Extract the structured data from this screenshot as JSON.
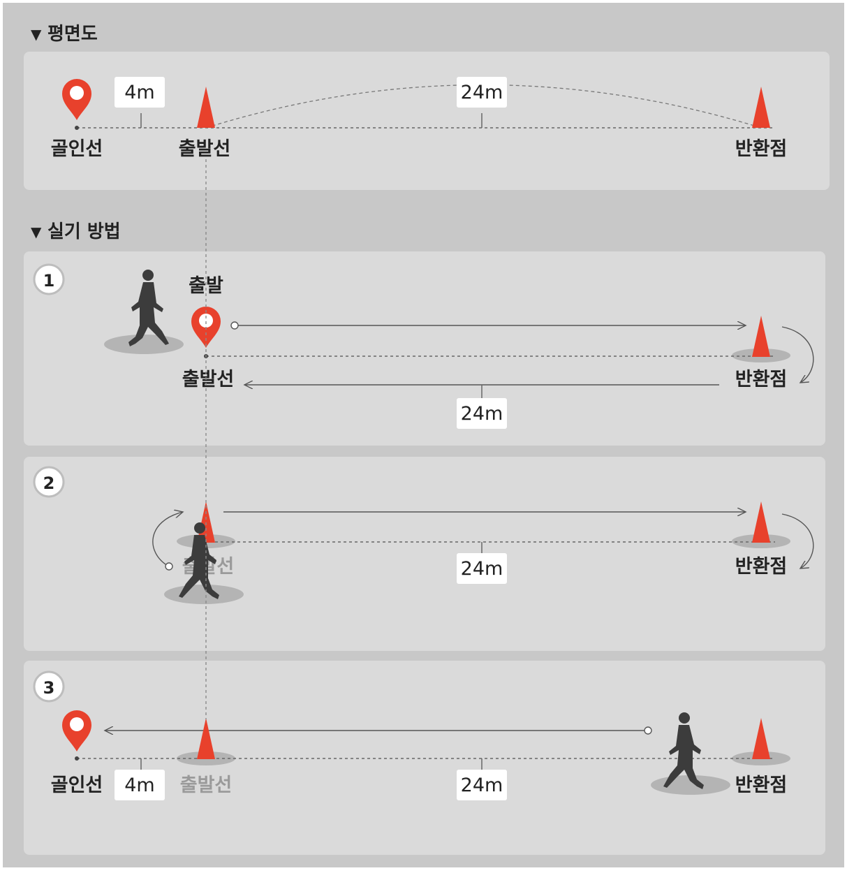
{
  "colors": {
    "outer_bg": "#c8c8c8",
    "panel_bg": "#dadada",
    "cone_red": "#e8412c",
    "pin_red": "#e8412c",
    "text_dark": "#222222",
    "text_faded": "#9a9a9a",
    "shadow": "#b4b4b4",
    "runner": "#3c3c3c"
  },
  "sections": {
    "plan_title": "평면도",
    "method_title": "실기 방법"
  },
  "plan": {
    "goal_label": "골인선",
    "start_label": "출발선",
    "turn_label": "반환점",
    "short_distance": "4m",
    "long_distance": "24m"
  },
  "steps": [
    {
      "number": "1",
      "start_text": "출발",
      "start_label": "출발선",
      "turn_label": "반환점",
      "distance": "24m"
    },
    {
      "number": "2",
      "start_label": "출발선",
      "turn_label": "반환점",
      "distance": "24m"
    },
    {
      "number": "3",
      "goal_label": "골인선",
      "start_label": "출발선",
      "turn_label": "반환점",
      "short_distance": "4m",
      "distance": "24m"
    }
  ]
}
